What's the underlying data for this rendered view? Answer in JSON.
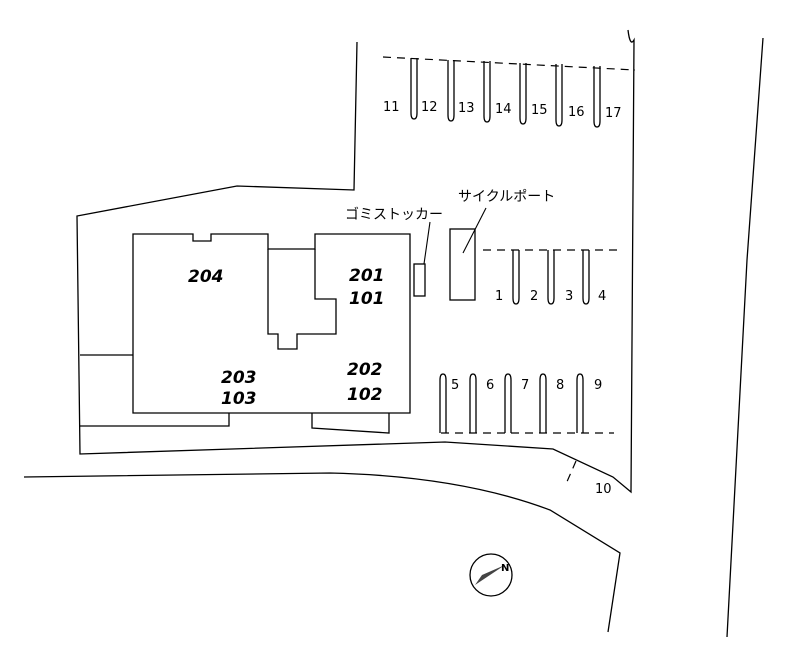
{
  "site_plan": {
    "labels": {
      "bicycle_port": "サイクルポート",
      "garbage_locker": "ゴミストッカー"
    },
    "rooms": {
      "r204": "204",
      "r201": "201",
      "r101": "101",
      "r203": "203",
      "r103": "103",
      "r202": "202",
      "r102": "102"
    },
    "parking": {
      "p1": "1",
      "p2": "2",
      "p3": "3",
      "p4": "4",
      "p5": "5",
      "p6": "6",
      "p7": "7",
      "p8": "8",
      "p9": "9",
      "p10": "10",
      "p11": "11",
      "p12": "12",
      "p13": "13",
      "p14": "14",
      "p15": "15",
      "p16": "16",
      "p17": "17"
    },
    "compass": {
      "direction_letter": "N"
    }
  }
}
